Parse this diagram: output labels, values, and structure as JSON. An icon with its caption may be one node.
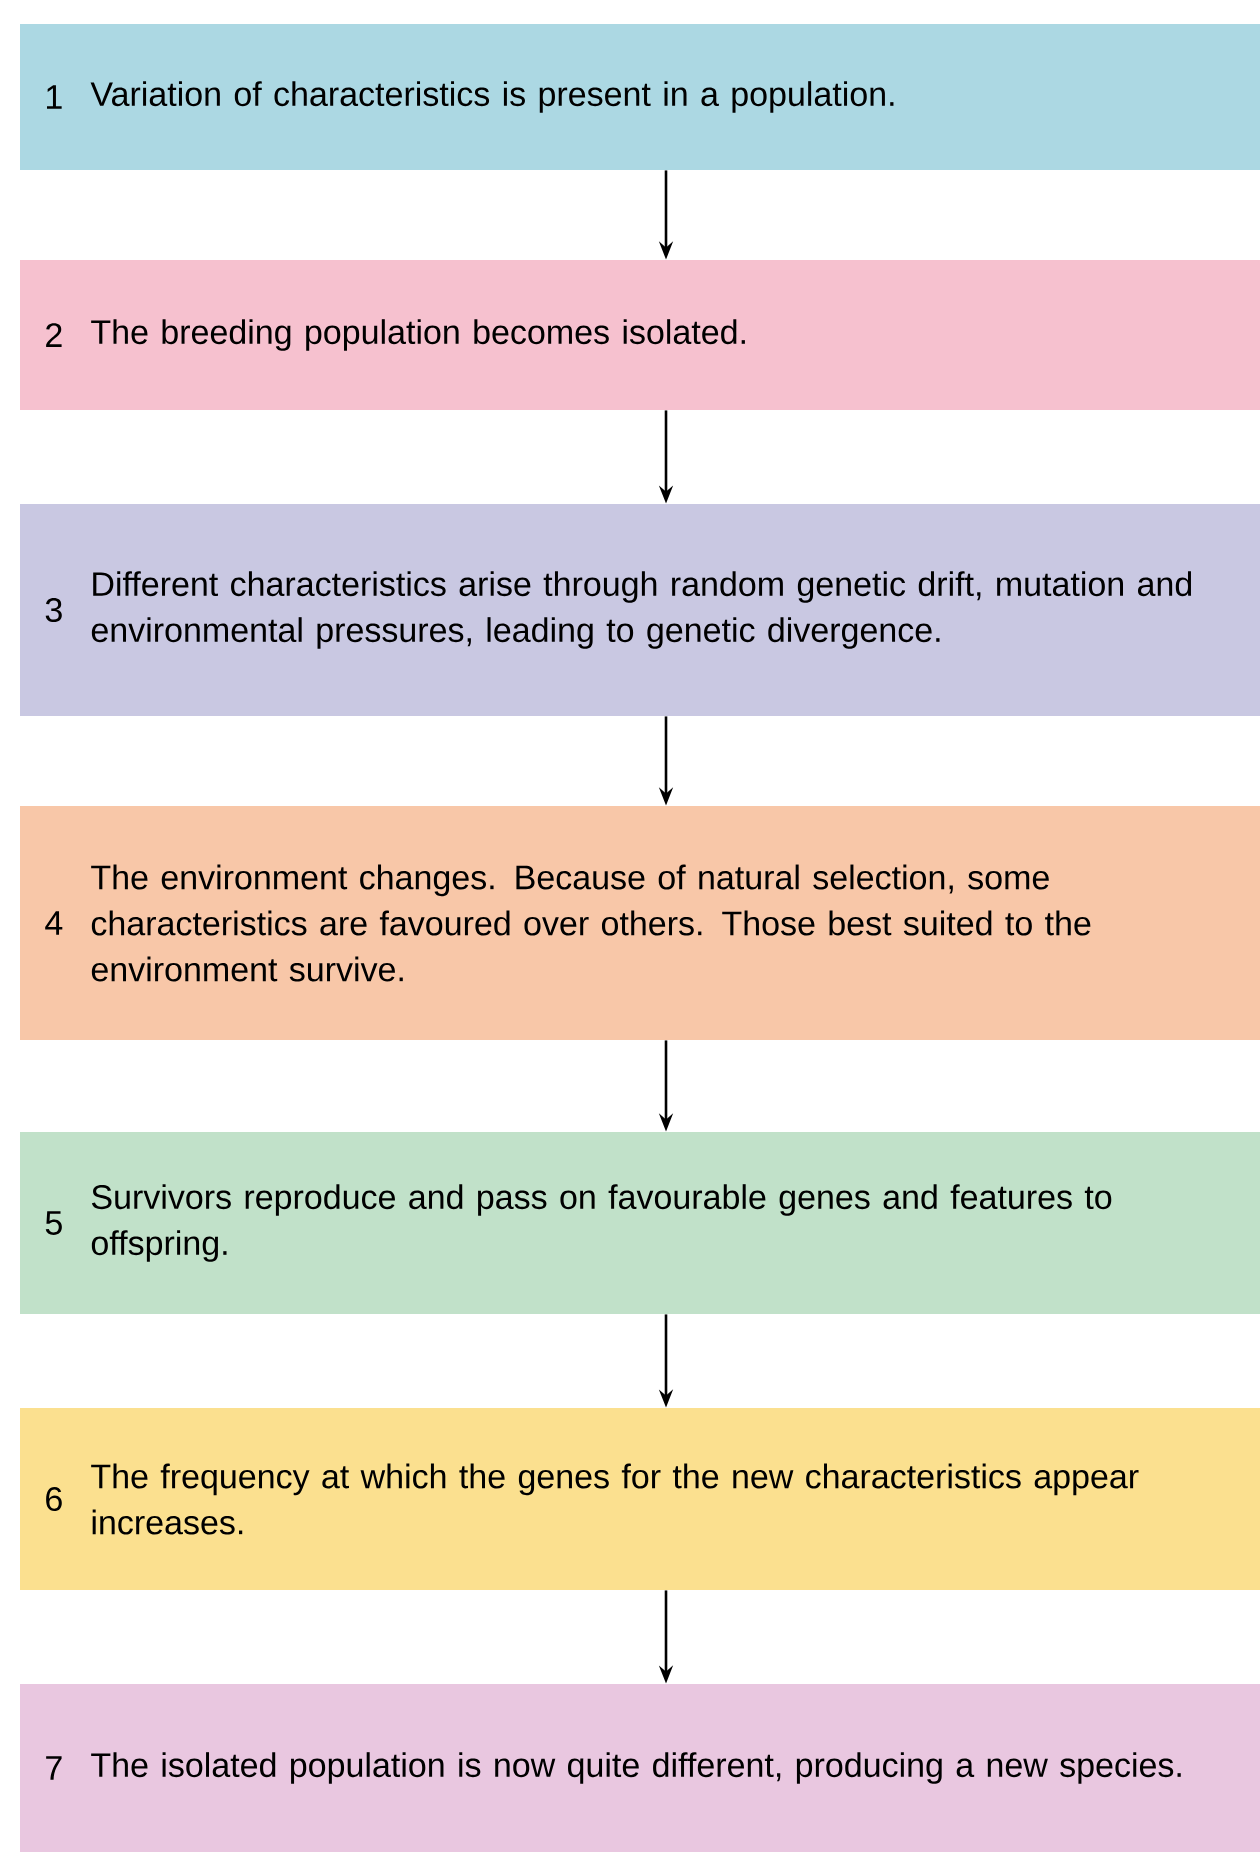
{
  "diagram": {
    "nodes": [
      {
        "text": [
          "1",
          "Variation of characteristics is present in a population."
        ]
      },
      {
        "text": [
          "2",
          "The breeding population becomes isolated."
        ]
      },
      {
        "text": [
          "3",
          "Different characteristics arise through random genetic drift, mutation and environmental pressures, leading to genetic divergence."
        ]
      },
      {
        "text": [
          "4",
          "The environment changes. Because of natural selection, some characteristics are favoured over others. Those best suited to the environment survive."
        ]
      },
      {
        "text": [
          "5",
          "Survivors reproduce and pass on favourable genes and features to offspring."
        ]
      },
      {
        "text": [
          "6",
          "The frequency at which the genes for the new characteristics appear increases."
        ]
      },
      {
        "text": [
          "7",
          "The isolated population is now quite different, producing a new species."
        ]
      }
    ],
    "edges": [
      {
        "from": 0,
        "to": 1,
        "arrow": "to"
      },
      {
        "from": 1,
        "to": 2,
        "arrow": "to"
      },
      {
        "from": 2,
        "to": 3,
        "arrow": "to"
      },
      {
        "from": 3,
        "to": 4,
        "arrow": "to"
      },
      {
        "from": 4,
        "to": 5,
        "arrow": "to"
      },
      {
        "from": 5,
        "to": 6,
        "arrow": "to"
      }
    ]
  }
}
